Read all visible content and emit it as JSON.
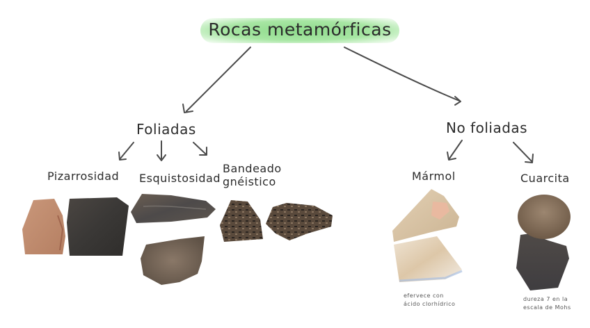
{
  "title": "Rocas metamórficas",
  "branches": [
    {
      "label": "Foliadas",
      "children": [
        {
          "label": "Pizarrosidad"
        },
        {
          "label": "Esquistosidad"
        },
        {
          "label": "Bandeado gnéistico",
          "line1": "Bandeado",
          "line2": "gnéistico"
        }
      ]
    },
    {
      "label": "No foliadas",
      "children": [
        {
          "label": "Mármol",
          "caption_line1": "efervece con",
          "caption_line2": "ácido clorhídrico"
        },
        {
          "label": "Cuarcita",
          "caption_line1": "dureza 7 en la",
          "caption_line2": "escala de Mohs"
        }
      ]
    }
  ],
  "colors": {
    "highlight": "#9be29a",
    "ink": "#2b2b2b"
  },
  "icons": {
    "arrows": "hand-drawn-arrow",
    "rock_images": [
      "pizarra-rock",
      "esquisto-rock",
      "gneis-rock",
      "marmol-rock",
      "cuarcita-rock"
    ]
  }
}
